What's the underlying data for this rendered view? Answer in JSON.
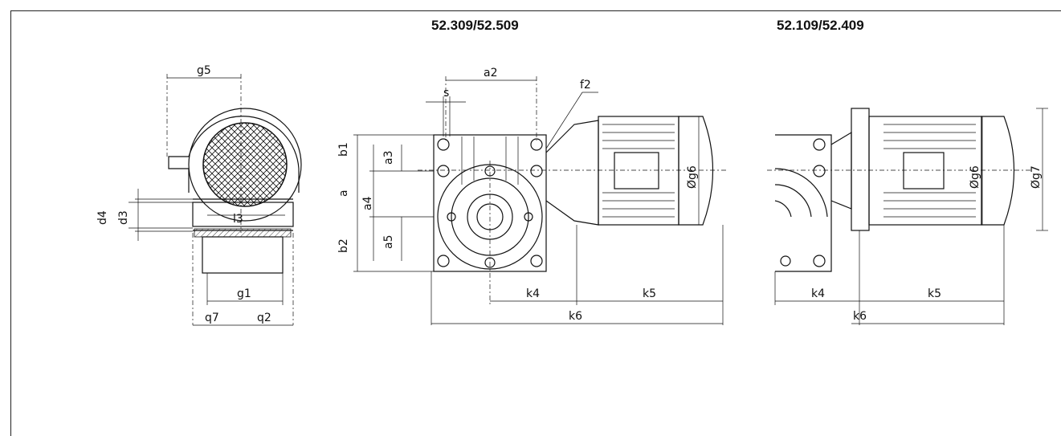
{
  "titles": {
    "left": "52.309/52.509",
    "right": "52.109/52.409"
  },
  "labels": {
    "side_view": {
      "g5": "g5",
      "d4": "d4",
      "d3": "d3",
      "l3": "l3",
      "g1": "g1",
      "q7": "q7",
      "q2": "q2"
    },
    "front_view": {
      "a2": "a2",
      "s": "s",
      "f2": "f2",
      "b1": "b1",
      "a3": "a3",
      "a": "a",
      "a4": "a4",
      "a5": "a5",
      "b2": "b2",
      "g6": "Øg6",
      "k4": "k4",
      "k5": "k5",
      "k6": "k6"
    },
    "flange_view": {
      "g6": "Øg6",
      "g7": "Øg7",
      "k4": "k4",
      "k5": "k5",
      "k6": "k6"
    }
  }
}
